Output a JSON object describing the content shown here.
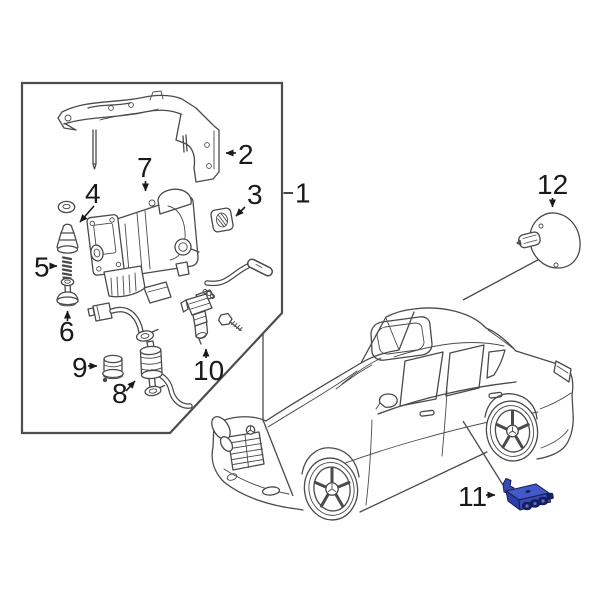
{
  "diagram": {
    "callouts": {
      "c1": "1",
      "c2": "2",
      "c3": "3",
      "c4": "4",
      "c5": "5",
      "c6": "6",
      "c7": "7",
      "c8": "8",
      "c9": "9",
      "c10": "10",
      "c11": "11",
      "c12": "12"
    },
    "colors": {
      "background": "#ffffff",
      "line": "#4a4a4a",
      "box_border": "#4d4d4d",
      "callout_text": "#1a1a1a",
      "highlight_top": "#4459c8",
      "highlight_face": "#3a4cb4",
      "highlight_side": "#2b3ea9",
      "highlight_dark": "#17205e"
    }
  }
}
